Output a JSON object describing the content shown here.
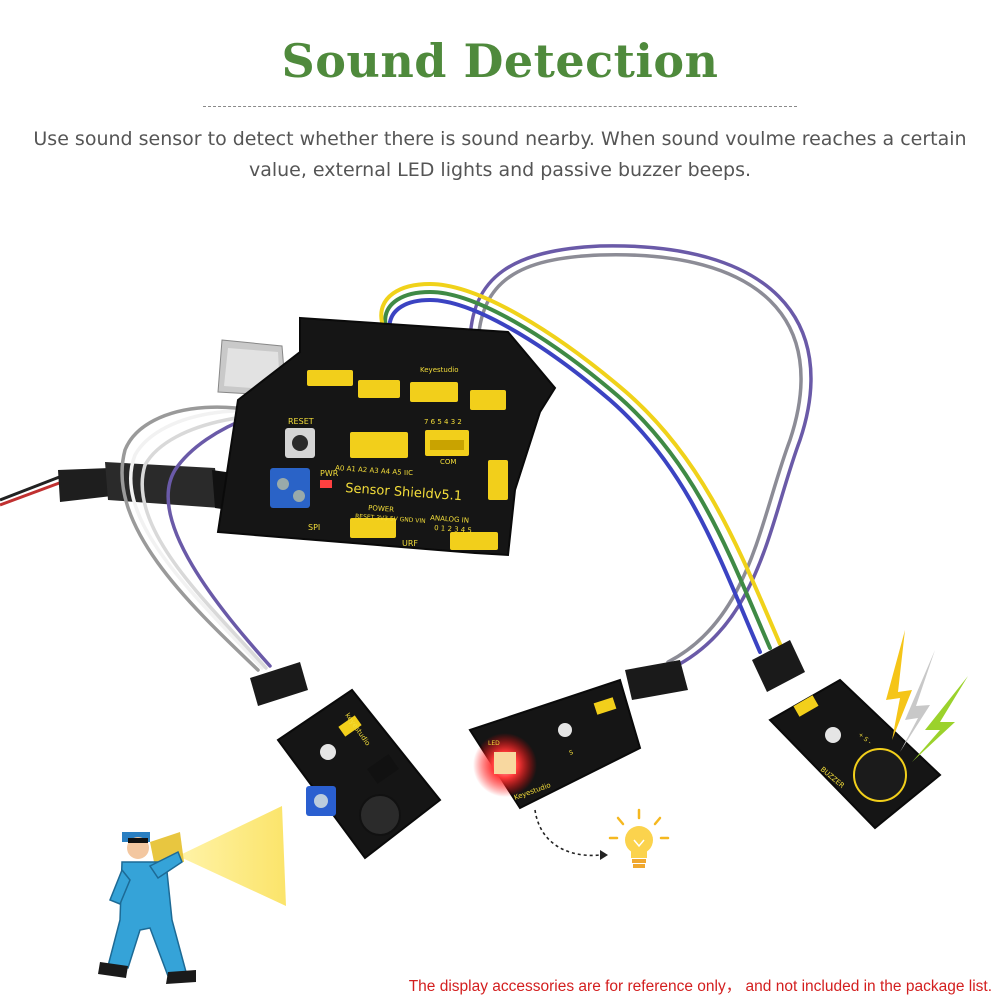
{
  "page": {
    "title": "Sound Detection",
    "description": "Use sound sensor to detect whether there is sound nearby. When sound voulme reaches a certain value, external LED lights and passive buzzer beeps.",
    "disclaimer": "The display accessories are for reference only， and not included in the package list."
  },
  "board": {
    "name": "Sensor Shieldv5.1",
    "labels": {
      "reset": "RESET",
      "pwr": "PWR",
      "analog_pins": "A0 A1 A2 A3 A4 A5",
      "iic": "IIC",
      "power": "POWER",
      "power_pins": "RESET 3V3 5V GND VIN",
      "analog_in": "ANALOG IN",
      "analog_nums": "0 1 2 3 4 5",
      "spi": "SPI",
      "urf": "URF",
      "com": "COM",
      "pin_numbers": "7 6 5 4   3 2",
      "keyestudio": "Keyestudio"
    }
  },
  "modules": {
    "sound_sensor_brand": "keyestudio",
    "led_label": "LED",
    "led_brand": "Keyestudio",
    "led_pin": "S",
    "buzzer_brand": "BUZZER",
    "buzzer_pins": "+ S -"
  },
  "colors": {
    "title": "#4f8a3c",
    "description": "#555555",
    "disclaimer": "#d31f1f",
    "board": "#151515",
    "silkscreen": "#f3dd3a",
    "header_yellow": "#f2cf1b",
    "wire_blue": "#3b43c2",
    "wire_green": "#3f8a45",
    "wire_yellow": "#f0d21a",
    "wire_gray": "#8c8c96",
    "wire_purple": "#6a5aa8",
    "wire_white": "#f2f2f2"
  },
  "icons": [
    "lightbulb-icon",
    "lightning-bolt-icon",
    "dashed-arrow-icon",
    "person-with-megaphone-icon"
  ]
}
